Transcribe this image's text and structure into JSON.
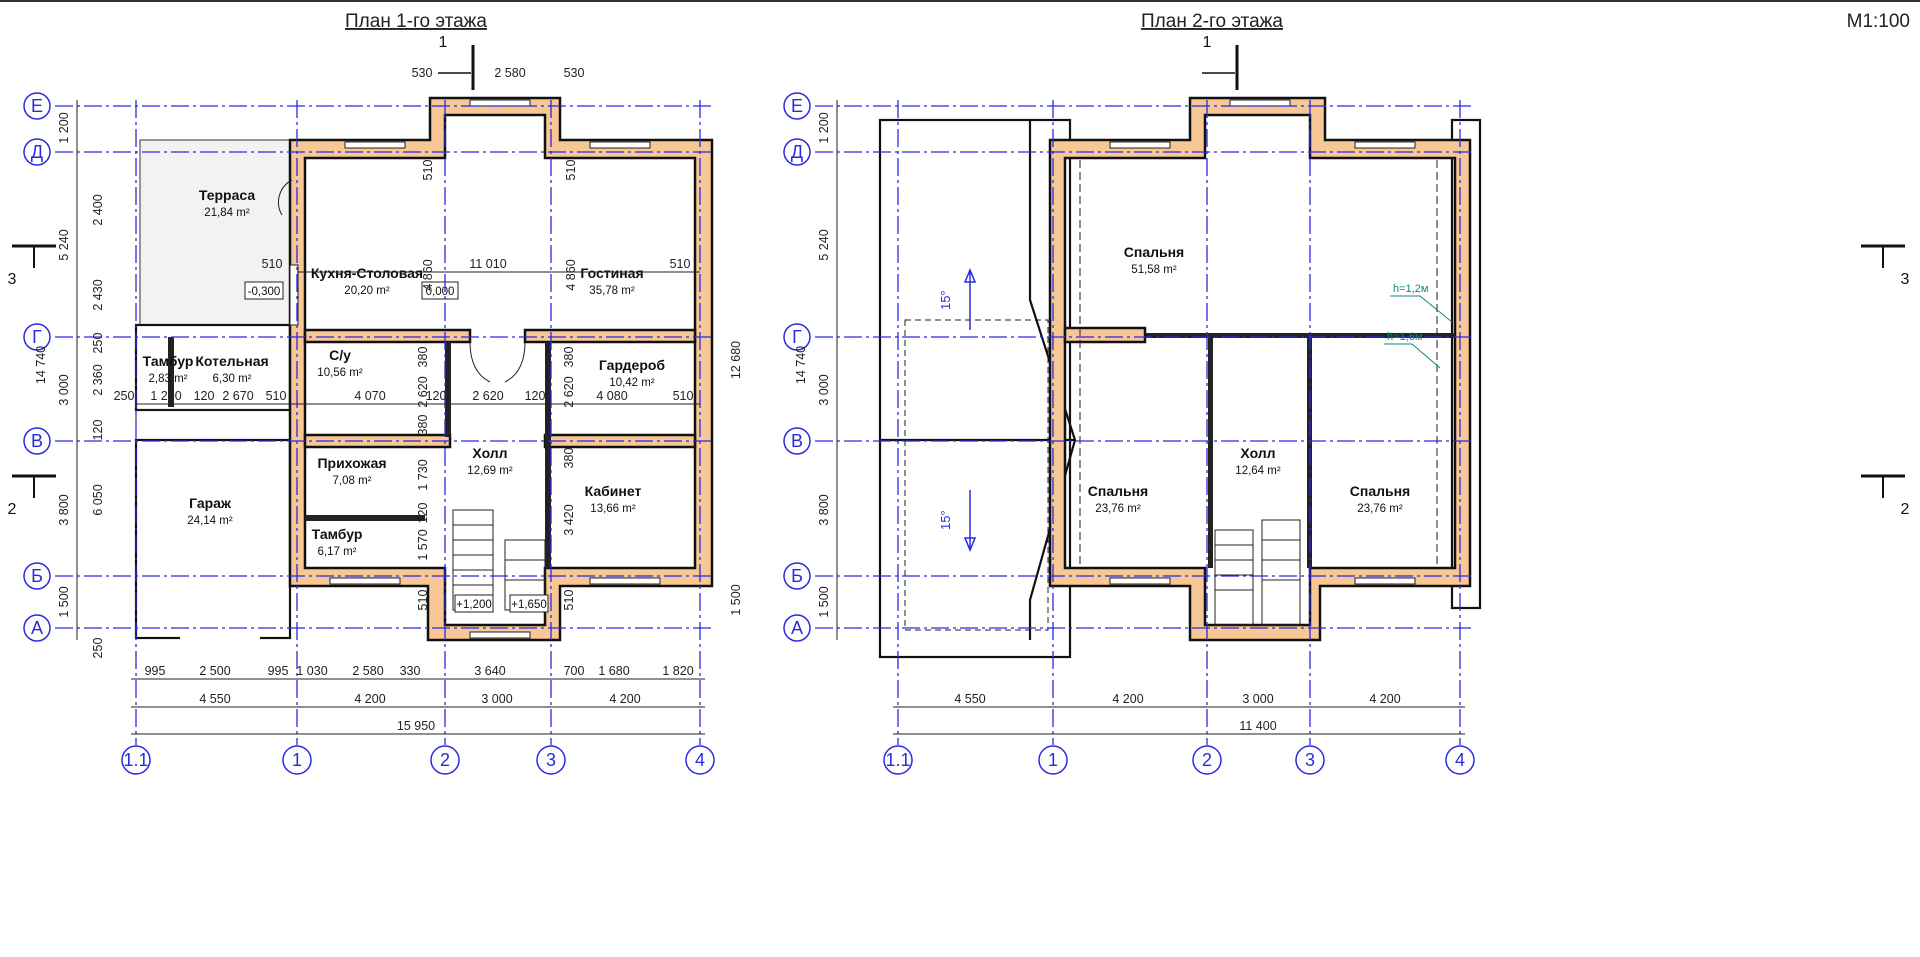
{
  "titles": {
    "plan1": "План 1-го этажа",
    "plan2": "План 2-го этажа",
    "scale": "М1:100"
  },
  "axes": {
    "rows": [
      "Е",
      "Д",
      "Г",
      "В",
      "Б",
      "А"
    ],
    "cols": [
      "1.1",
      "1",
      "2",
      "3",
      "4"
    ]
  },
  "sections": {
    "s1": "1",
    "s2": "2",
    "s3": "3"
  },
  "floor1": {
    "rooms": [
      {
        "name": "Терраса",
        "area": "21,84 m²"
      },
      {
        "name": "Кухня-Столовая",
        "area": "20,20 m²"
      },
      {
        "name": "Гостиная",
        "area": "35,78 m²"
      },
      {
        "name": "Тамбур",
        "area": "2,83 m²"
      },
      {
        "name": "Котельная",
        "area": "6,30 m²"
      },
      {
        "name": "С/у",
        "area": "10,56 m²"
      },
      {
        "name": "Гардероб",
        "area": "10,42 m²"
      },
      {
        "name": "Холл",
        "area": "12,69 m²"
      },
      {
        "name": "Прихожая",
        "area": "7,08 m²"
      },
      {
        "name": "Кабинет",
        "area": "13,66 m²"
      },
      {
        "name": "Гараж",
        "area": "24,14 m²"
      },
      {
        "name": "Тамбур",
        "area": "6,17 m²"
      }
    ],
    "levels": [
      "-0,300",
      "0,000",
      "+1,200",
      "+1,650"
    ],
    "dims": [
      "530",
      "2 580",
      "530",
      "1 200",
      "5 240",
      "14 740",
      "3 000",
      "3 800",
      "1 500",
      "2 400",
      "2 430",
      "250",
      "2 360",
      "120",
      "6 050",
      "250",
      "510",
      "11 010",
      "510",
      "510",
      "4 860",
      "510",
      "4 860",
      "250",
      "1 200",
      "120",
      "2 670",
      "510",
      "4 070",
      "120",
      "2 620",
      "120",
      "4 080",
      "510",
      "380",
      "2 620",
      "380",
      "1 730",
      "120",
      "1 570",
      "510",
      "380",
      "2 620",
      "380",
      "3 420",
      "510",
      "12 680",
      "1 500",
      "995",
      "2 500",
      "995",
      "1 030",
      "2 580",
      "330",
      "3 640",
      "700",
      "1 680",
      "1 820",
      "4 550",
      "4 200",
      "3 000",
      "4 200",
      "15 950"
    ]
  },
  "floor2": {
    "rooms": [
      {
        "name": "Спальня",
        "area": "51,58 m²"
      },
      {
        "name": "Холл",
        "area": "12,64 m²"
      },
      {
        "name": "Спальня",
        "area": "23,76 m²"
      },
      {
        "name": "Спальня",
        "area": "23,76 m²"
      }
    ],
    "roof_slope": "15°",
    "heights": [
      "h=1,2м",
      "h=1,6м"
    ],
    "dims": [
      "1 200",
      "5 240",
      "14 740",
      "3 000",
      "3 800",
      "1 500",
      "4 550",
      "4 200",
      "3 000",
      "4 200",
      "11 400"
    ]
  }
}
